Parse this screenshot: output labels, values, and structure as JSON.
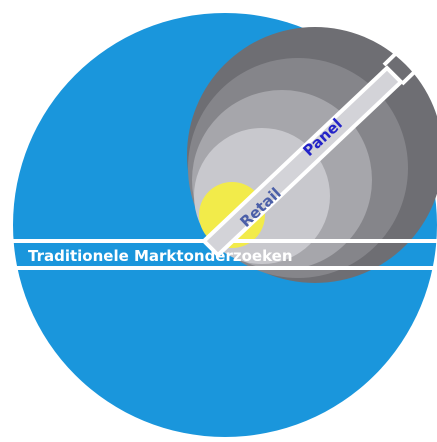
{
  "diagram": {
    "band_label": "Traditionele Marktonderzoeken",
    "bar_label_1": "Retail",
    "bar_label_2": "Panel"
  },
  "colors": {
    "background": "#ffffff",
    "main_circle": "#1a96dc",
    "gray_outer": "#6e6e73",
    "gray_2": "#85858a",
    "gray_3": "#a6a6ab",
    "gray_inner": "#c8c8cd",
    "yellow_circle": "#f2eb4a",
    "band_stroke": "#ffffff",
    "bar_fill": "#d3d3d8",
    "label_retail": "#4b5fa8",
    "label_panel": "#2323c8"
  }
}
